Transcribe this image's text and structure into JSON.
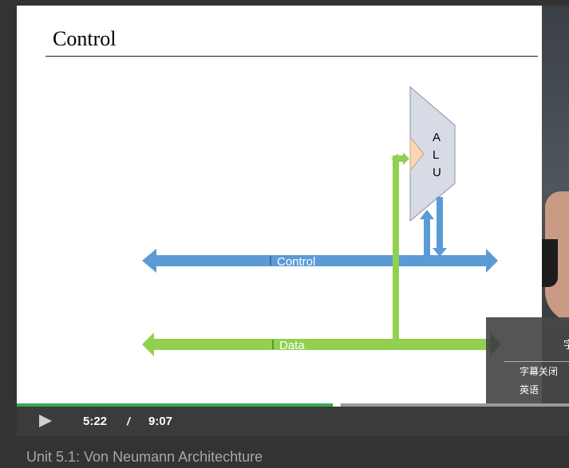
{
  "slide": {
    "title": "Control",
    "alu_letters": [
      "A",
      "L",
      "U"
    ],
    "bus_control_label": "Control",
    "bus_data_label": "Data",
    "colors": {
      "control_bus": "#5b9bd5",
      "data_bus": "#92d050",
      "alu_fill": "#d6dbe6",
      "alu_input": "#fcd5b5"
    }
  },
  "player": {
    "current_time": "5:22",
    "separator": "/",
    "duration": "9:07",
    "progress": 0.58,
    "colors": {
      "progress": "#34a853"
    }
  },
  "caption_menu": {
    "header": "字",
    "items": [
      "字幕关闭",
      "英语"
    ]
  },
  "page": {
    "heading": "Unit 5.1: Von Neumann Architechture"
  }
}
